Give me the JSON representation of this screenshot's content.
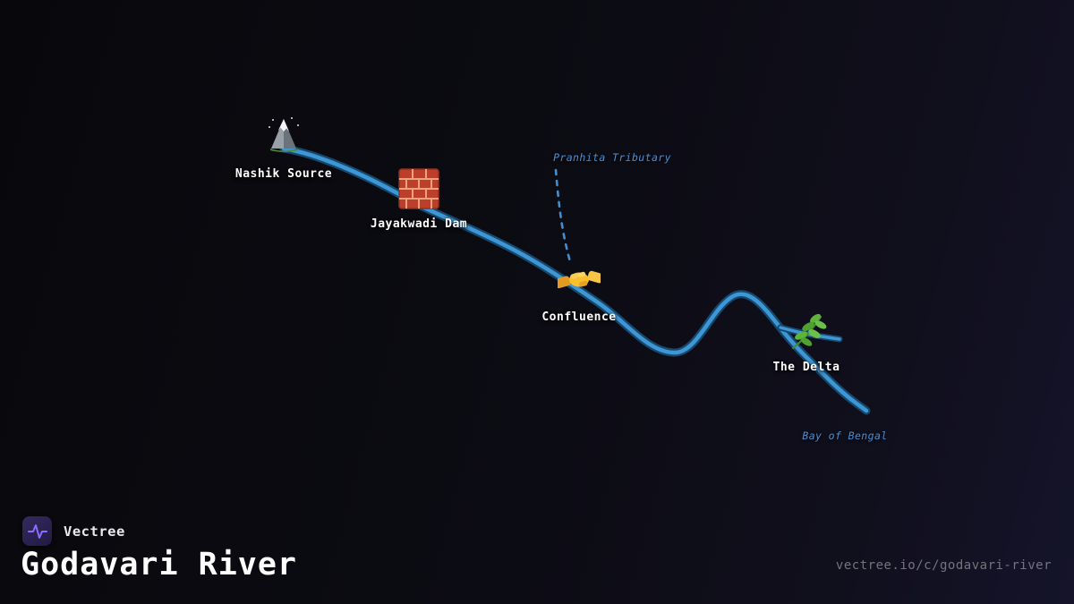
{
  "diagram": {
    "nodes": [
      {
        "label": "Nashik Source",
        "icon": "mountain-icon"
      },
      {
        "label": "Jayakwadi Dam",
        "icon": "brick-wall-icon"
      },
      {
        "label": "Confluence",
        "icon": "handshake-icon"
      },
      {
        "label": "The Delta",
        "icon": "herb-icon"
      }
    ],
    "annotations": [
      {
        "label": "Pranhita Tributary"
      },
      {
        "label": "Bay of Bengal"
      }
    ]
  },
  "footer": {
    "brand": "Vectree",
    "title": "Godavari River",
    "url": "vectree.io/c/godavari-river"
  },
  "colors": {
    "river_fill": "#3d96d6",
    "river_outline": "#17486b",
    "tributary_line": "#3f8fd1",
    "annotation_text": "#4a8fd4",
    "label_text": "#ffffff",
    "brand_accent": "#8b6cff"
  }
}
